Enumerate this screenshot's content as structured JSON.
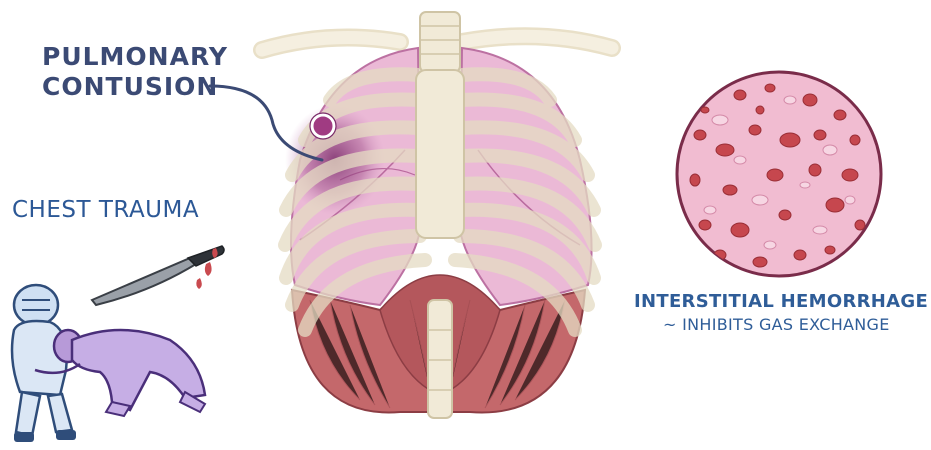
{
  "labels": {
    "pulmonary_contusion_line1": "PULMONARY",
    "pulmonary_contusion_line2": "CONTUSION",
    "chest_trauma": "CHEST TRAUMA",
    "interstitial_hemorrhage": "INTERSTITIAL HEMORRHAGE",
    "gas_exchange": "~ INHIBITS GAS EXCHANGE"
  },
  "colors": {
    "label_dark_blue": "#3b4a74",
    "label_blue": "#2f5d98",
    "lung_pink": "#eab6d4",
    "contusion_purple": "#8e3a78",
    "diaphragm_red": "#b65a5e",
    "bone": "#f1ead7",
    "blood": "#c94a4f"
  },
  "icons": [
    "rib-cage-illustration",
    "knife-icon",
    "football-players-illustration",
    "hemorrhage-circle-illustration"
  ]
}
